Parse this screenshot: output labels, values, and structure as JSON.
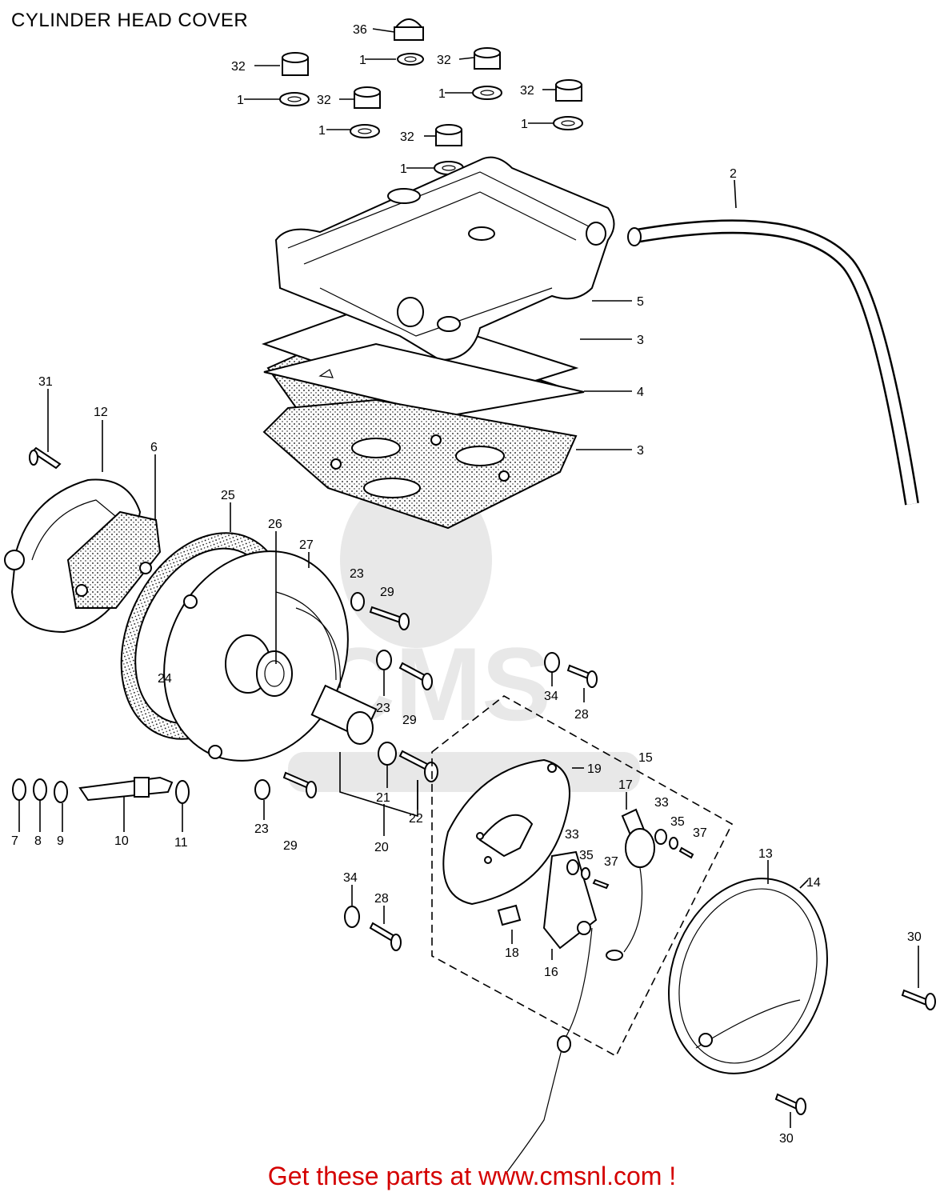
{
  "title": "CYLINDER HEAD COVER",
  "footer": "Get these parts at www.cmsnl.com !",
  "watermark": "CMS",
  "colors": {
    "footer": "#d40000",
    "lines": "#000000",
    "watermark": "#e6e6e6"
  },
  "callouts": {
    "p1": "1",
    "p2": "2",
    "p3": "3",
    "p4": "4",
    "p5": "5",
    "p6": "6",
    "p7": "7",
    "p8": "8",
    "p9": "9",
    "p10": "10",
    "p11": "11",
    "p12": "12",
    "p13": "13",
    "p14": "14",
    "p15": "15",
    "p16": "16",
    "p17": "17",
    "p18": "18",
    "p19": "19",
    "p20": "20",
    "p21": "21",
    "p22": "22",
    "p23": "23",
    "p24": "24",
    "p25": "25",
    "p26": "26",
    "p27": "27",
    "p28": "28",
    "p29": "29",
    "p30": "30",
    "p31": "31",
    "p32": "32",
    "p33": "33",
    "p34": "34",
    "p35": "35",
    "p36": "36",
    "p37": "37"
  }
}
